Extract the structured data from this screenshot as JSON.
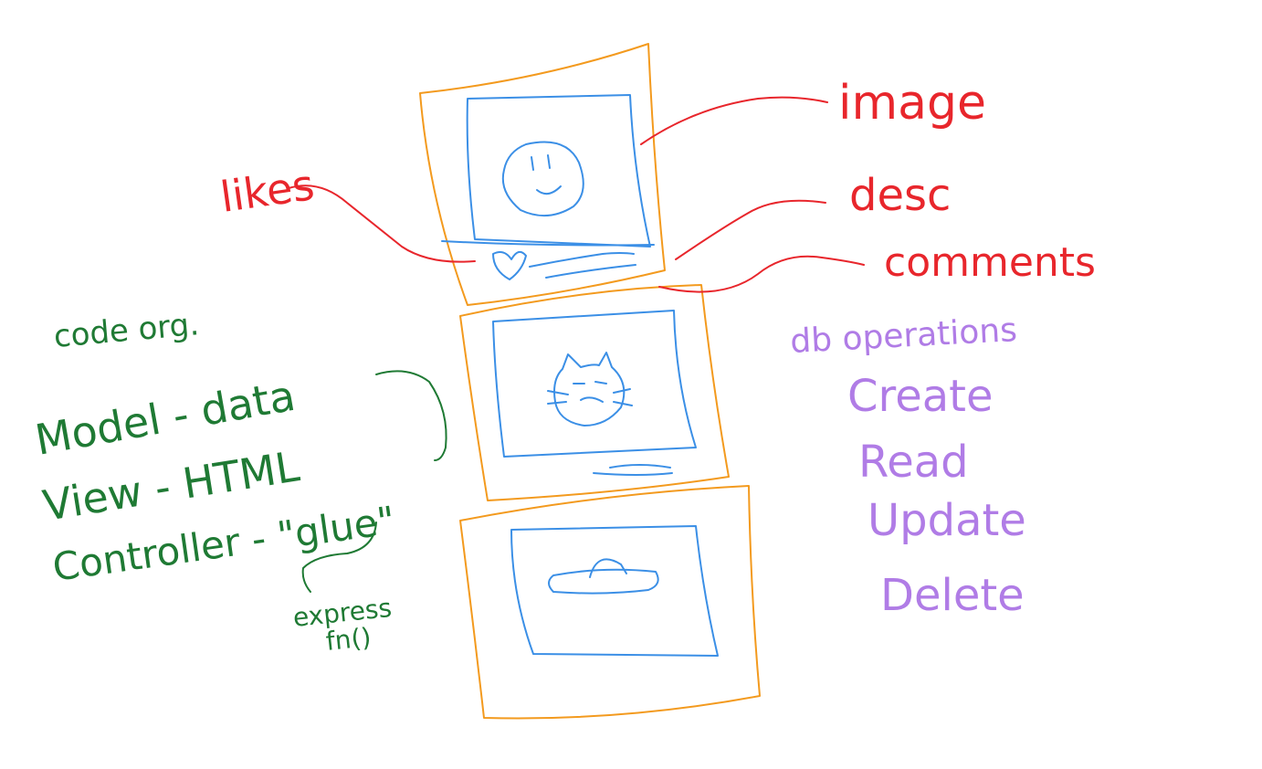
{
  "labels": {
    "image": "image",
    "desc": "desc",
    "comments": "comments",
    "likes": "likes"
  },
  "code_org": {
    "title": "code org.",
    "model": "Model - data",
    "view": "View - HTML",
    "controller": "Controller - \"glue\"",
    "express_line1": "express",
    "express_line2": "fn()"
  },
  "db_operations": {
    "title": "db operations",
    "items": [
      "Create",
      "Read",
      "Update",
      "Delete"
    ]
  },
  "colors": {
    "annotation_red": "#e8262c",
    "code_org_green": "#1f7a34",
    "db_purple": "#b07ce6",
    "card_orange": "#f39a1e",
    "image_blue": "#3b8fe6"
  }
}
